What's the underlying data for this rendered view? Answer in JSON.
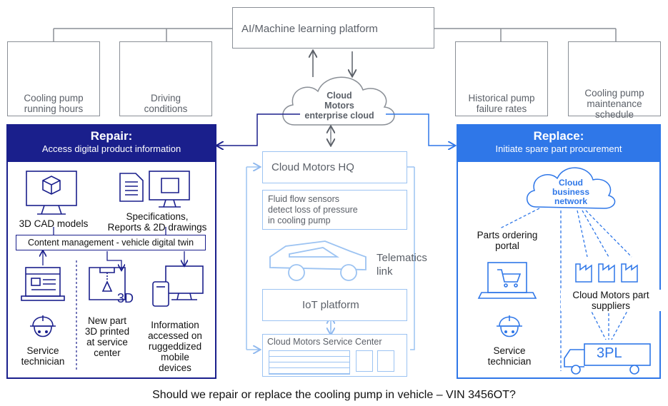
{
  "top": {
    "platform": "AI/Machine learning platform",
    "cloud": "Cloud\nMotors\nenterprise cloud"
  },
  "inputs": {
    "running_hours": "Cooling pump\nrunning hours",
    "driving": "Driving\nconditions",
    "failure_rates": "Historical pump\nfailure rates",
    "maintenance": "Cooling pump\nmaintenance\nschedule"
  },
  "repair": {
    "title": "Repair:",
    "subtitle": "Access digital product information",
    "cad": "3D CAD models",
    "specs": "Specifications,\nReports & 2D drawings",
    "content_mgmt": "Content management - vehicle digital twin",
    "printed": "New part\n3D printed\nat service\ncenter",
    "printed_tag": "3D",
    "mobile": "Information\naccessed on\nruggeddized\nmobile\ndevices",
    "technician": "Service\ntechnician"
  },
  "center": {
    "hq": "Cloud Motors HQ",
    "sensors": "Fluid flow sensors\ndetect loss of pressure\nin cooling pump",
    "telematics": "Telematics\nlink",
    "iot": "IoT platform",
    "service_center": "Cloud Motors Service Center"
  },
  "replace": {
    "title": "Replace:",
    "subtitle": "Initiate spare part procurement",
    "network": "Cloud\nbusiness\nnetwork",
    "portal": "Parts ordering\nportal",
    "suppliers": "Cloud Motors part\nsuppliers",
    "technician": "Service\ntechnician",
    "truck": "3PL"
  },
  "question": "Should we repair or replace the cooling pump in vehicle – VIN 3456OT?",
  "colors": {
    "navy": "#1a1f8c",
    "blue": "#2f77e8",
    "light_blue": "#9cc3f2",
    "gray": "#8a8f96"
  }
}
